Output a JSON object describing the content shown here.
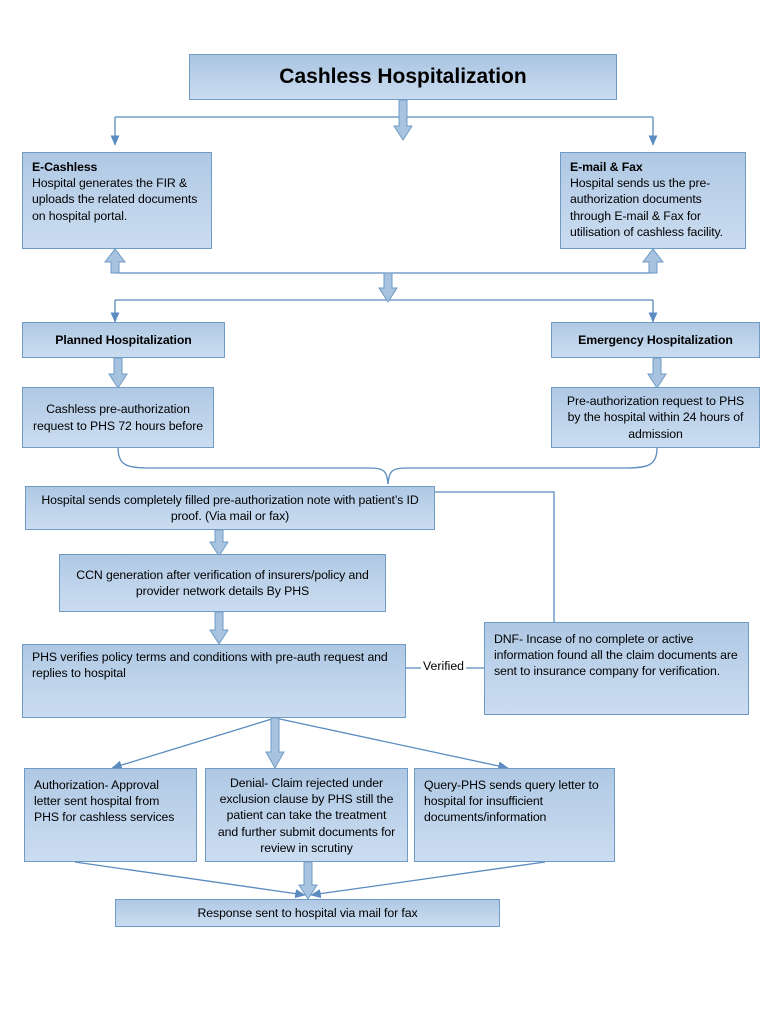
{
  "diagram": {
    "title": "Cashless Hospitalization",
    "nodes": {
      "title_box": {
        "label": "Cashless Hospitalization"
      },
      "ecashless": {
        "heading": "E-Cashless",
        "body": "Hospital generates the FIR & uploads the related documents on hospital portal."
      },
      "email_fax": {
        "heading": "E-mail & Fax",
        "body": "Hospital sends us the pre-authorization documents through E-mail & Fax  for utilisation of cashless facility."
      },
      "planned_hosp": {
        "label": "Planned Hospitalization"
      },
      "emergency_hosp": {
        "label": "Emergency Hospitalization"
      },
      "planned_request": {
        "label": "Cashless pre-authorization request to PHS 72 hours before"
      },
      "emergency_request": {
        "label": "Pre-authorization request to PHS by the hospital within 24 hours of admission"
      },
      "preauth_note": {
        "label": "Hospital sends completely filled pre-authorization note with patient’s ID proof. (Via mail or fax)"
      },
      "ccn_generation": {
        "label": "CCN generation after verification of insurers/policy and provider network details By PHS"
      },
      "phs_verifies": {
        "label": "PHS verifies policy terms and conditions with pre-auth request and replies to hospital"
      },
      "dnf": {
        "label": "DNF- Incase of no complete or active information found all the claim documents are sent to insurance company for verification."
      },
      "authorization": {
        "label": "Authorization- Approval letter sent hospital from PHS for cashless services"
      },
      "denial": {
        "label": "Denial- Claim rejected under exclusion clause by PHS still the patient can take the treatment and further submit documents for review in scrutiny"
      },
      "query": {
        "label": "Query-PHS sends query letter to hospital for insufficient documents/information"
      },
      "response": {
        "label": "Response sent to hospital via mail for fax"
      }
    },
    "edge_labels": {
      "verified": "Verified"
    },
    "colors": {
      "box_fill_top": "#afc8e3",
      "box_fill_bottom": "#cadcf0",
      "box_border": "#6f9bc4",
      "connector_line": "#5b8bc0",
      "thick_arrow_fill": "#a7c3e0",
      "thick_arrow_stroke": "#6f9bc4",
      "text": "#000000",
      "background": "#ffffff"
    }
  }
}
